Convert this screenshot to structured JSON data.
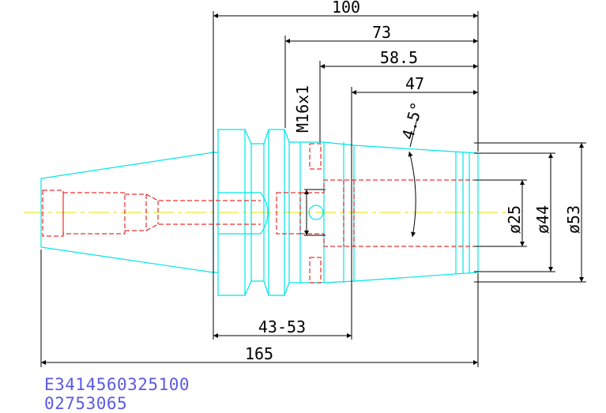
{
  "dimensions": {
    "overall_holder": "100",
    "taper_section": "73",
    "body_to_nose": "58.5",
    "nose_length": "47",
    "adjust_range": "43-53",
    "total_length": "165",
    "thread": "M16x1",
    "angle": "4.5°",
    "dia_bore": "ø25",
    "dia_nose_end": "ø44",
    "dia_nose_start": "ø53"
  },
  "labels": {
    "part_number": "E3414560325100",
    "sub_number": "02753065"
  },
  "colors": {
    "outline": "#00e5e5",
    "hidden": "#e60000",
    "centerline": "#e6e600",
    "dimension": "#000000",
    "label": "#5a5ae6"
  }
}
